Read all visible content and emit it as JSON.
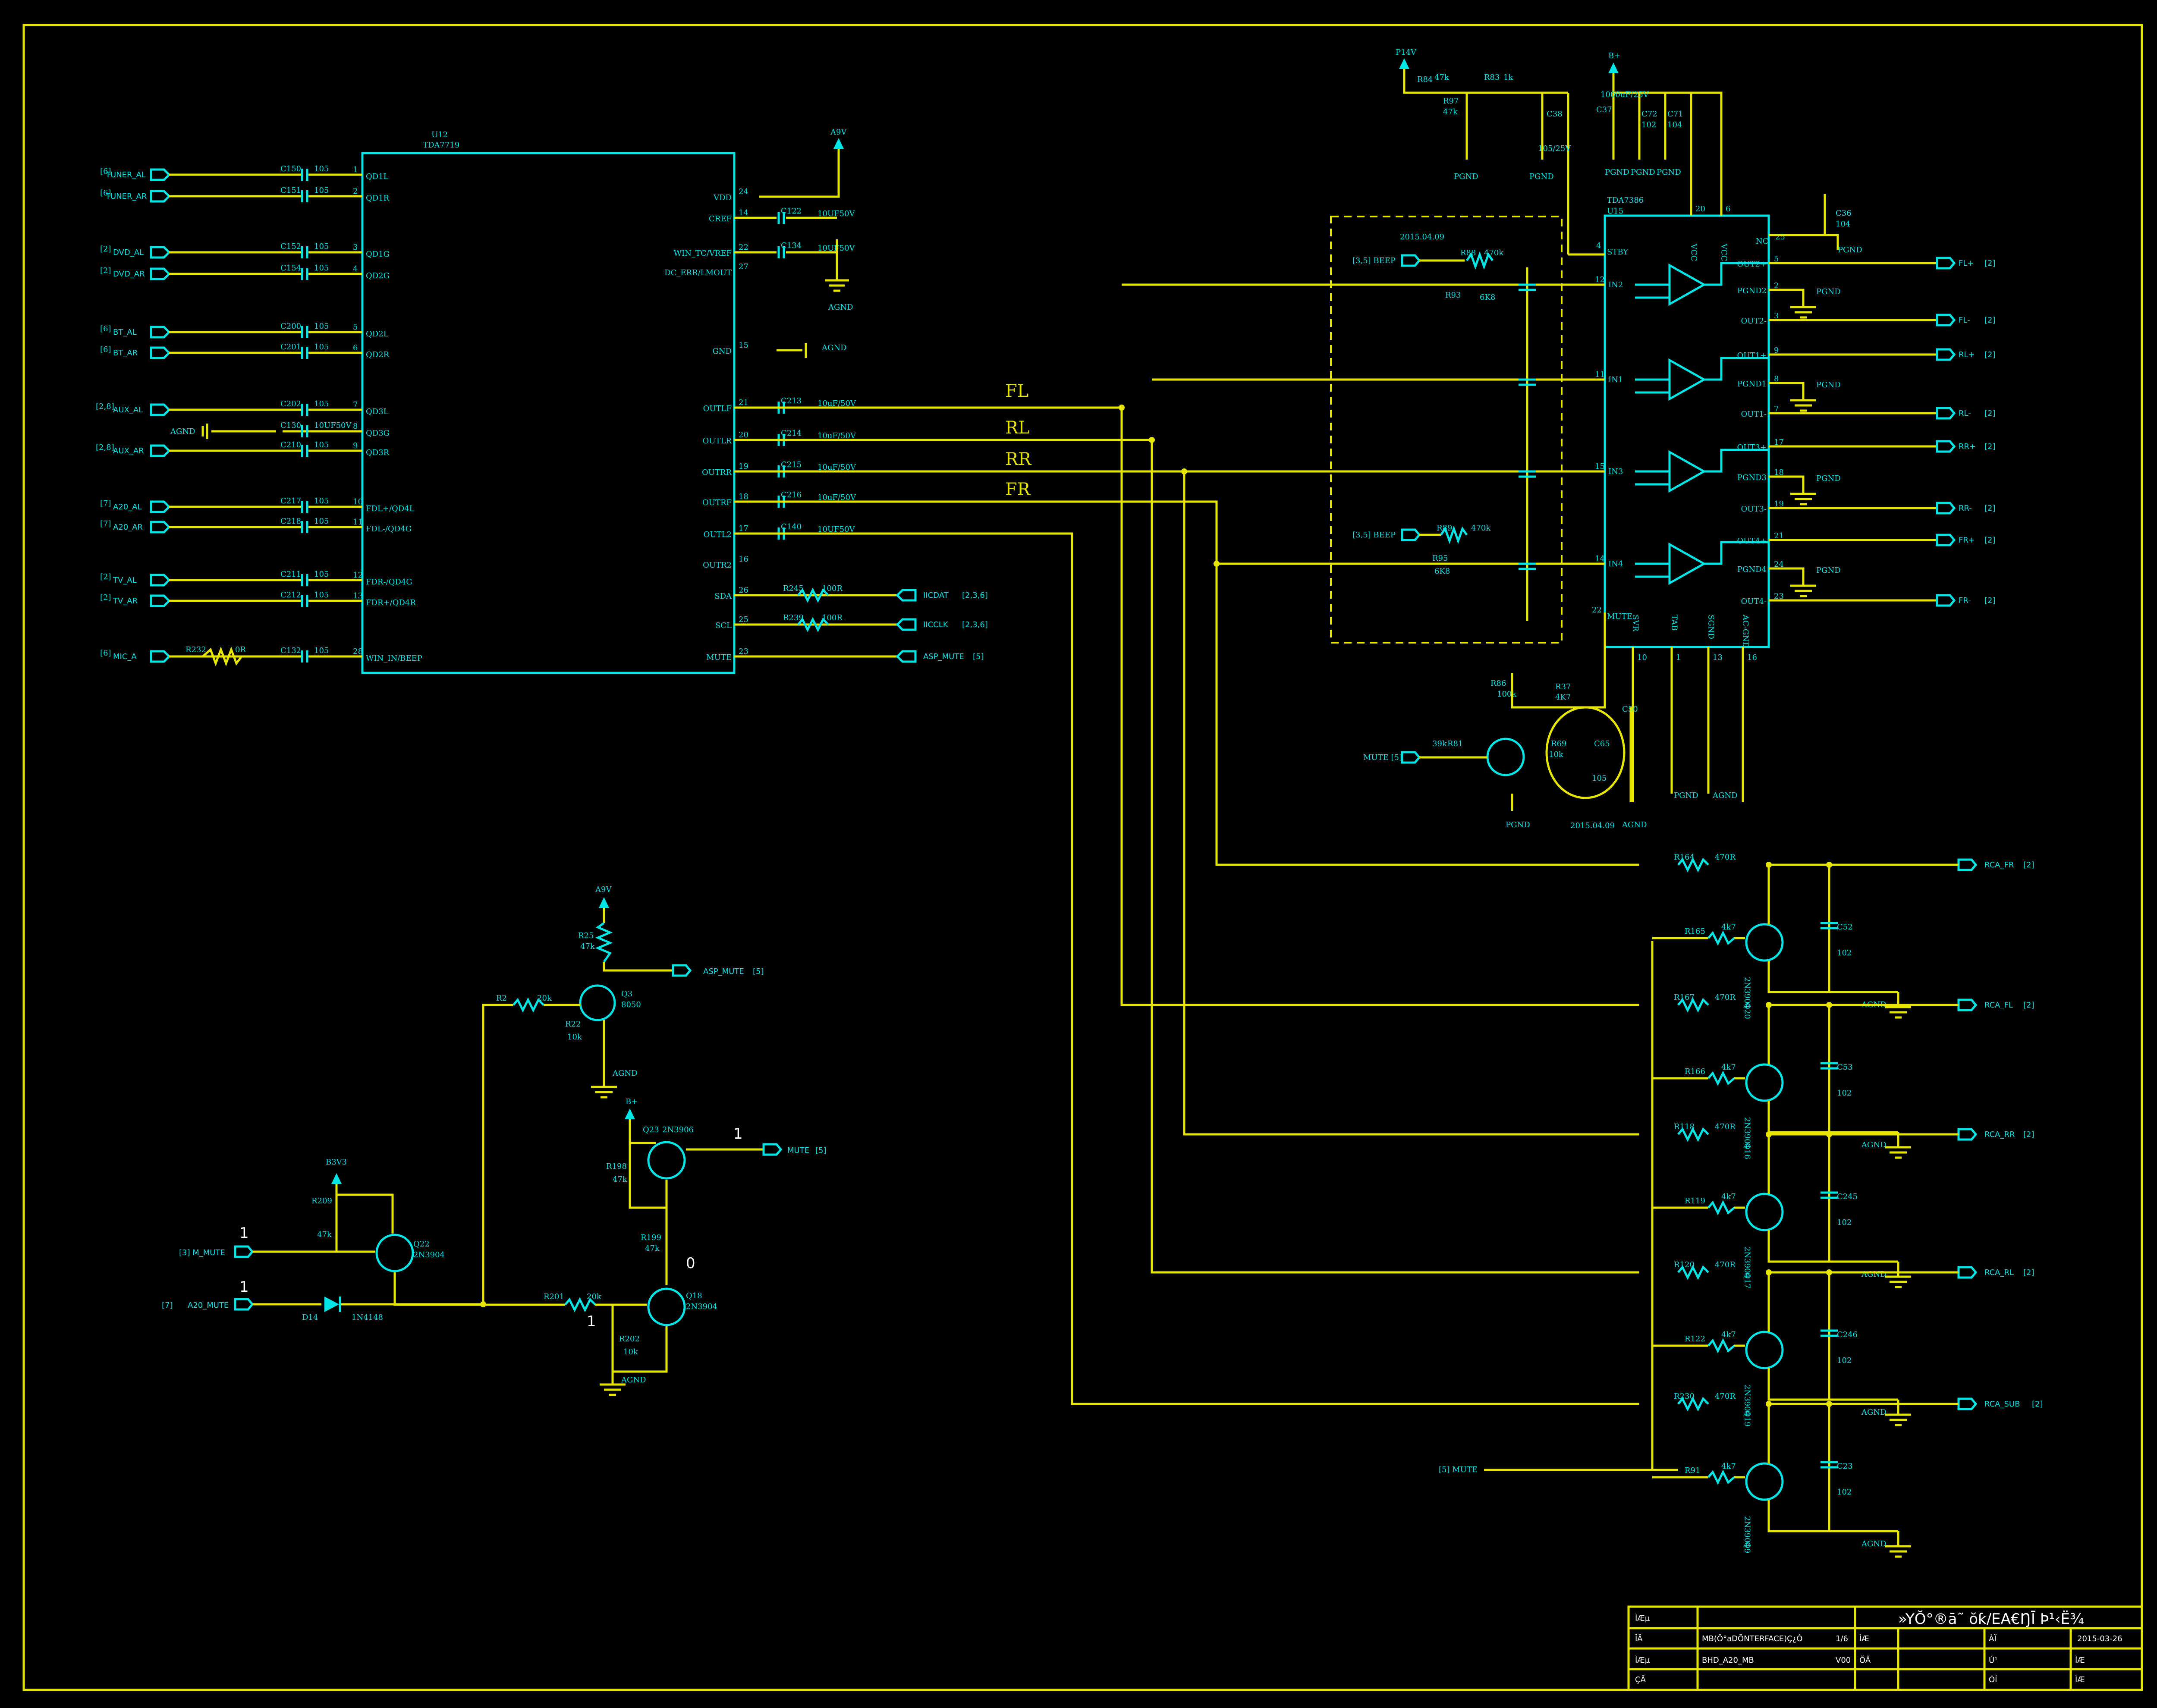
{
  "u12": {
    "ref": "U12",
    "part": "TDA7719",
    "left_pins": [
      {
        "num": "1",
        "name": "QD1L",
        "net": "TUNER_AL",
        "sheet": "[6]",
        "cap": "C150",
        "capv": "105"
      },
      {
        "num": "2",
        "name": "QD1R",
        "net": "TUNER_AR",
        "sheet": "[6]",
        "cap": "C151",
        "capv": "105"
      },
      {
        "num": "3",
        "name": "QD1G",
        "net": "DVD_AL",
        "sheet": "[2]",
        "cap": "C152",
        "capv": "105"
      },
      {
        "num": "4",
        "name": "QD2G",
        "net": "DVD_AR",
        "sheet": "[2]",
        "cap": "C154",
        "capv": "105"
      },
      {
        "num": "5",
        "name": "QD2L",
        "net": "BT_AL",
        "sheet": "[6]",
        "cap": "C200",
        "capv": "105"
      },
      {
        "num": "6",
        "name": "QD2R",
        "net": "BT_AR",
        "sheet": "[6]",
        "cap": "C201",
        "capv": "105"
      },
      {
        "num": "7",
        "name": "QD3L",
        "net": "AUX_AL",
        "sheet": "[2,8]",
        "cap": "C202",
        "capv": "105"
      },
      {
        "num": "8",
        "name": "QD3G",
        "net": "AGND",
        "sheet": "",
        "cap": "C130",
        "capv": "10UF50V"
      },
      {
        "num": "9",
        "name": "QD3R",
        "net": "AUX_AR",
        "sheet": "[2,8]",
        "cap": "C210",
        "capv": "105"
      },
      {
        "num": "10",
        "name": "FDL+/QD4L",
        "net": "A20_AL",
        "sheet": "[7]",
        "cap": "C217",
        "capv": "105"
      },
      {
        "num": "11",
        "name": "FDL-/QD4G",
        "net": "A20_AR",
        "sheet": "[7]",
        "cap": "C218",
        "capv": "105"
      },
      {
        "num": "12",
        "name": "FDR-/QD4G",
        "net": "TV_AL",
        "sheet": "[2]",
        "cap": "C211",
        "capv": "105"
      },
      {
        "num": "13",
        "name": "FDR+/QD4R",
        "net": "TV_AR",
        "sheet": "[2]",
        "cap": "C212",
        "capv": "105"
      },
      {
        "num": "28",
        "name": "WIN_IN/BEEP",
        "net": "MIC_A",
        "sheet": "[6]",
        "cap": "C132",
        "capv": "105"
      }
    ],
    "right_pins": [
      {
        "num": "24",
        "name": "VDD",
        "cap": "",
        "capv": ""
      },
      {
        "num": "14",
        "name": "CREF",
        "cap": "C122",
        "capv": "10UF50V"
      },
      {
        "num": "22",
        "name": "WIN_TC/VREF",
        "cap": "C134",
        "capv": "10UF50V"
      },
      {
        "num": "27",
        "name": "DC_ERR/LMOUT",
        "cap": "",
        "capv": ""
      },
      {
        "num": "15",
        "name": "GND",
        "cap": "",
        "capv": ""
      },
      {
        "num": "21",
        "name": "OUTLF",
        "cap": "C213",
        "capv": "10uF/50V"
      },
      {
        "num": "20",
        "name": "OUTLR",
        "cap": "C214",
        "capv": "10uF/50V"
      },
      {
        "num": "19",
        "name": "OUTRR",
        "cap": "C215",
        "capv": "10uF/50V"
      },
      {
        "num": "18",
        "name": "OUTRF",
        "cap": "C216",
        "capv": "10uF/50V"
      },
      {
        "num": "17",
        "name": "OUTL2",
        "cap": "C140",
        "capv": "10UF50V"
      },
      {
        "num": "16",
        "name": "OUTR2",
        "cap": "",
        "capv": ""
      },
      {
        "num": "26",
        "name": "SDA",
        "cap": "",
        "capv": ""
      },
      {
        "num": "25",
        "name": "SCL",
        "cap": "",
        "capv": ""
      },
      {
        "num": "23",
        "name": "MUTE",
        "cap": "",
        "capv": ""
      }
    ],
    "mic_res": {
      "ref": "R232",
      "val": "0R"
    },
    "bus": [
      {
        "ref": "R245",
        "val": "100R",
        "net": "IICDAT",
        "sheet": "[2,3,6]"
      },
      {
        "ref": "R239",
        "val": "100R",
        "net": "IICCLK",
        "sheet": "[2,3,6]"
      },
      {
        "ref": "",
        "val": "",
        "net": "ASP_MUTE",
        "sheet": "[5]"
      }
    ],
    "a9v": "A9V",
    "agnd": "AGND",
    "gnd": "AGND"
  },
  "channels": [
    "FL",
    "RL",
    "RR",
    "FR"
  ],
  "u15": {
    "ref": "U15",
    "part": "TDA7386",
    "inputs": [
      {
        "num": "12",
        "name": "IN2"
      },
      {
        "num": "11",
        "name": "IN1"
      },
      {
        "num": "15",
        "name": "IN3"
      },
      {
        "num": "14",
        "name": "IN4"
      }
    ],
    "stby": "STBY",
    "stby_num": "4",
    "mute": "MUTE",
    "mute_num": "22",
    "top_pins": [
      {
        "num": "20",
        "name": "VCC"
      },
      {
        "num": "6",
        "name": "VCC"
      }
    ],
    "nc": {
      "num": "25",
      "name": "NC"
    },
    "bottom_pins": [
      {
        "num": "10",
        "name": "SVR"
      },
      {
        "num": "1",
        "name": "TAB"
      },
      {
        "num": "13",
        "name": "SGND"
      },
      {
        "num": "16",
        "name": "AC-GND"
      }
    ],
    "outputs": [
      {
        "num": "5",
        "name": "OUT2+",
        "net": "FL+",
        "sheet": "[2]"
      },
      {
        "num": "2",
        "name": "PGND2",
        "net": "",
        "sheet": ""
      },
      {
        "num": "3",
        "name": "OUT2-",
        "net": "FL-",
        "sheet": "[2]"
      },
      {
        "num": "9",
        "name": "OUT1+",
        "net": "RL+",
        "sheet": "[2]"
      },
      {
        "num": "8",
        "name": "PGND1",
        "net": "",
        "sheet": ""
      },
      {
        "num": "7",
        "name": "OUT1-",
        "net": "RL-",
        "sheet": "[2]"
      },
      {
        "num": "17",
        "name": "OUT3+",
        "net": "RR+",
        "sheet": "[2]"
      },
      {
        "num": "18",
        "name": "PGND3",
        "net": "",
        "sheet": ""
      },
      {
        "num": "19",
        "name": "OUT3-",
        "net": "RR-",
        "sheet": "[2]"
      },
      {
        "num": "21",
        "name": "OUT4+",
        "net": "FR+",
        "sheet": "[2]"
      },
      {
        "num": "24",
        "name": "PGND4",
        "net": "",
        "sheet": ""
      },
      {
        "num": "23",
        "name": "OUT4-",
        "net": "FR-",
        "sheet": "[2]"
      }
    ],
    "pgnd": "PGND",
    "agnd": "AGND"
  },
  "supply": {
    "p14v": "P14V",
    "bplus": "B+",
    "r84": "R84",
    "r84v": "47k",
    "r83": "R83",
    "r83v": "1k",
    "r97": "R97",
    "r97v": "47k",
    "c38": "C38",
    "c38v": "105/25V",
    "c37": "C37",
    "c37v": "1000uF/25V",
    "c72": "C72",
    "c72v": "102",
    "c71": "C71",
    "c71v": "104",
    "c36": "C36",
    "c36v": "104",
    "pgnd": "PGND"
  },
  "beep": {
    "label": "[3,5] BEEP",
    "r": "R88",
    "rv": "470k",
    "r2": "R93",
    "r2v": "6K8",
    "label2": "[3,5] BEEP",
    "r3": "R89",
    "r3v": "470k",
    "r4": "R95",
    "r4v": "6K8",
    "note": "2015.04.09"
  },
  "mute_ckt": {
    "net": "MUTE [5]",
    "r81": "R81",
    "r81v": "39k",
    "r86": "R86",
    "r86v": "100k",
    "r87": "R37",
    "r87v": "4K7",
    "r89": "R69",
    "r89v": "10k",
    "c65": "C65",
    "c65v": "105",
    "c50": "C50",
    "pgnd": "PGND",
    "agnd": "AGND",
    "note": "2015.04.09"
  },
  "rca": [
    {
      "net": "RCA_FR",
      "sheet": "[2]",
      "r": "R164",
      "rv": "470R",
      "q": "Q20",
      "qp": "2N3904",
      "rb": "R165",
      "rbv": "4k7",
      "c": "C52",
      "cv": "102"
    },
    {
      "net": "RCA_FL",
      "sheet": "[2]",
      "r": "R167",
      "rv": "470R",
      "q": "Q16",
      "qp": "2N3904",
      "rb": "R166",
      "rbv": "4k7",
      "c": "C53",
      "cv": "102"
    },
    {
      "net": "RCA_RR",
      "sheet": "[2]",
      "r": "R118",
      "rv": "470R",
      "q": "Q17",
      "qp": "2N3904",
      "rb": "R119",
      "rbv": "4k7",
      "c": "C245",
      "cv": "102"
    },
    {
      "net": "RCA_RL",
      "sheet": "[2]",
      "r": "R120",
      "rv": "470R",
      "q": "Q19",
      "qp": "2N3904",
      "rb": "R122",
      "rbv": "4k7",
      "c": "C246",
      "cv": "102"
    },
    {
      "net": "RCA_SUB",
      "sheet": "[2]",
      "r": "R230",
      "rv": "470R",
      "q": "Q9",
      "qp": "2N3904",
      "rb": "R91",
      "rbv": "4k7",
      "c": "C23",
      "cv": "102"
    }
  ],
  "rca_mute": "[5] MUTE",
  "rca_agnd": "AGND",
  "mute_logic": {
    "a9v": "A9V",
    "r25": "R25",
    "r25v": "47k",
    "asp_mute": "ASP_MUTE",
    "asp_sheet": "[5]",
    "r2": "R2",
    "r2v": "20k",
    "r22": "R22",
    "r22v": "10k",
    "q3": "Q3",
    "q3p": "8050",
    "agnd": "AGND",
    "bplus": "B+",
    "q23": "Q23",
    "q23p": "2N3906",
    "mute": "MUTE",
    "mute_sheet": "[5]",
    "r198": "R198",
    "r198v": "47k",
    "r199": "R199",
    "r199v": "47k",
    "b3v3": "B3V3",
    "r209": "R209",
    "r209v": "47k",
    "m_mute": "[3] M_MUTE",
    "q22": "Q22",
    "q22p": "2N3904",
    "a20_mute": "A20_MUTE",
    "a20_sheet": "[7]",
    "d14": "D14",
    "d14p": "1N4148",
    "r201": "R201",
    "r201v": "20k",
    "q18": "Q18",
    "q18p": "2N3904",
    "r202": "R202",
    "r202v": "10k",
    "agnd2": "AGND",
    "state1": "1",
    "state2": "1",
    "state3": "1",
    "state4": "0",
    "state5": "1",
    "state6": "1"
  },
  "title_block": {
    "title": "»YŎ°®ā˜ ŏƙ/EA€ŊĪ Þ¹‹Ë¾",
    "file": "MB(Ô°aDÕNTERFACE)Ç¿Ò",
    "name": "BHD_A20_MB",
    "page": "1/6",
    "ver": "V00",
    "date": "2015-03-26",
    "cells": [
      "ÌÆµ",
      "ÎÄ",
      "ÌÆµ",
      "ÇÃ",
      "ÌÆ",
      "ÕÂ",
      "ÀÏ",
      "Ú¹",
      "ÓÍ",
      "ÌÆ",
      "ÌÆ"
    ]
  }
}
